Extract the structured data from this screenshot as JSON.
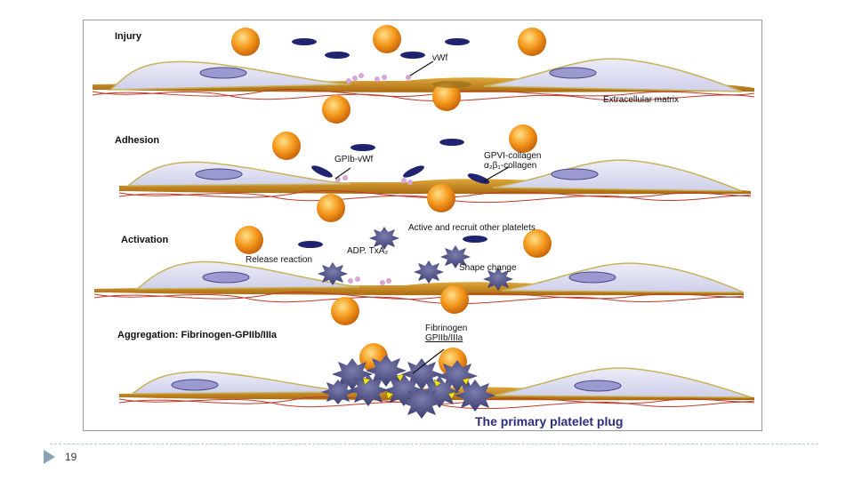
{
  "figure": {
    "panels": {
      "injury": {
        "title": "Injury",
        "labels": {
          "vwf": "vWf",
          "ecm": "Extracellular matrix"
        }
      },
      "adhesion": {
        "title": "Adhesion",
        "labels": {
          "gpib_vwf": "GPIb-vWf",
          "gpvi": "GPVI-collagen",
          "alpha_beta": "α₂β₁-collagen"
        }
      },
      "activation": {
        "title": "Activation",
        "labels": {
          "recruit": "Active and recruit other platelets",
          "adp": "ADP. TxA₂",
          "release": "Release reaction",
          "shape": "Shape change"
        }
      },
      "aggregation": {
        "title": "Aggregation: Fibrinogen-GPIIb/IIIa",
        "labels": {
          "fibrinogen": "Fibrinogen",
          "gpiib": "GPIIb/IIIa"
        }
      }
    },
    "caption": "The primary platelet plug"
  },
  "slide": {
    "number": "19"
  },
  "colors": {
    "platelet": "#f59a1d",
    "discoid": "#1f2370",
    "activated": "#4d4f82",
    "cell": "#dcdcef",
    "nucleus": "#9a9ad0",
    "matrix": "#c88a1e",
    "fibers": "#c0392b"
  }
}
